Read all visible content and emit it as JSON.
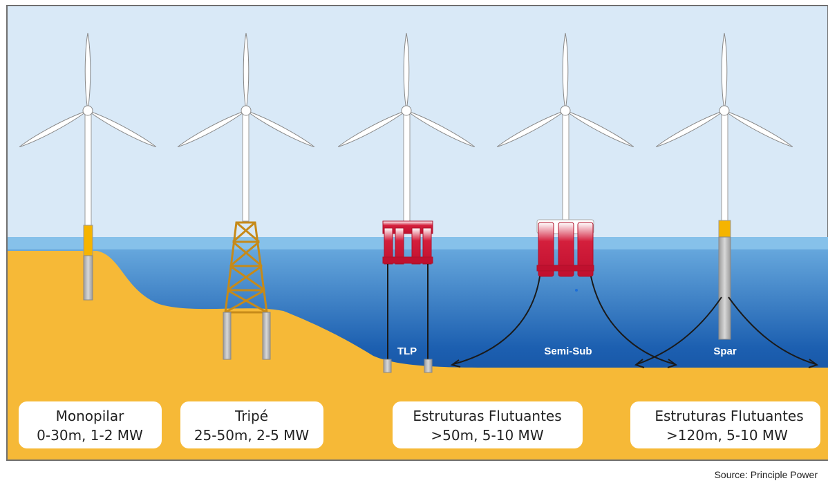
{
  "foundations": [
    {
      "name": "Monopilar",
      "specs": "0-30m, 1-2 MW"
    },
    {
      "name": "Tripé",
      "specs": "25-50m, 2-5 MW"
    },
    {
      "name": "Estruturas Flutuantes",
      "specs": ">50m, 5-10 MW"
    },
    {
      "name": "Estruturas Flutuantes",
      "specs": ">120m, 5-10 MW"
    }
  ],
  "platform_labels": {
    "tlp": "TLP",
    "semi_sub": "Semi-Sub",
    "spar": "Spar"
  },
  "source": "Source: Principle Power",
  "colors": {
    "sky": "#d9e9f7",
    "sea_surface": "#7db8e4",
    "sea_deep": "#0d3f8f",
    "seabed": "#f6b937",
    "float_red": "#d41f3c",
    "tower_yellow": "#f5b400",
    "steel_gray": "#b0b0b0"
  }
}
